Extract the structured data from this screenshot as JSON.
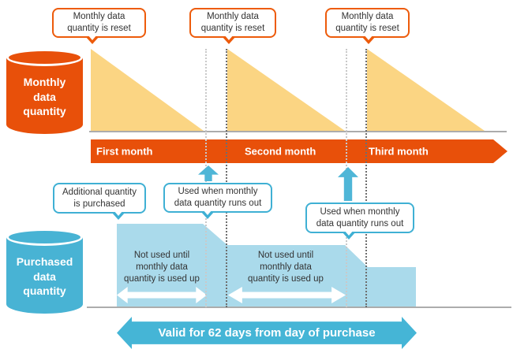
{
  "colors": {
    "orange": "#E8500A",
    "yellow": "#FBD583",
    "blue": "#48B3D4",
    "light_blue": "#AADAEB",
    "banner_blue": "#45B5D6"
  },
  "monthly": {
    "cylinder_label": "Monthly\ndata\nquantity",
    "reset_callouts": [
      "Monthly data\nquantity is reset",
      "Monthly data\nquantity is reset",
      "Monthly data\nquantity is reset"
    ],
    "months": [
      "First month",
      "Second month",
      "Third month"
    ]
  },
  "purchased": {
    "cylinder_label": "Purchased\ndata\nquantity",
    "purchase_callout": "Additional quantity\nis purchased",
    "used_callouts": [
      "Used when monthly\ndata quantity runs out",
      "Used when monthly\ndata quantity runs out"
    ],
    "not_used_labels": [
      "Not used until\nmonthly data\nquantity is used up",
      "Not used until\nmonthly data\nquantity is used up"
    ],
    "validity_banner": "Valid for 62 days from day of purchase"
  }
}
